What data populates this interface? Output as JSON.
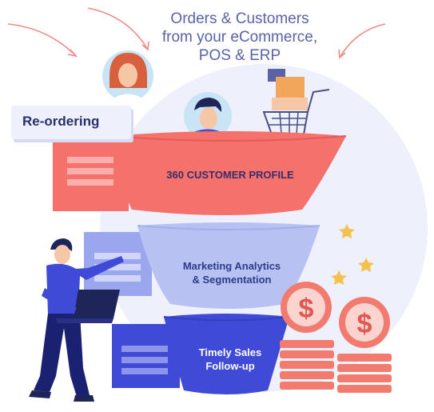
{
  "header": {
    "line1": "Orders & Customers",
    "line2": "from your eCommerce,",
    "line3": "POS & ERP"
  },
  "tag": {
    "label": "Re-ordering"
  },
  "funnel": {
    "stage1": "360 CUSTOMER PROFILE",
    "stage2_line1": "Marketing Analytics",
    "stage2_line2": "& Segmentation",
    "stage3_line1": "Timely Sales",
    "stage3_line2": "Follow-up"
  },
  "colors": {
    "stage1": "#f4716c",
    "stage2": "#b7c2f3",
    "stage3": "#3f4bd6",
    "background_circle": "#eef0fb",
    "headline": "#5a63a8",
    "coin": "#f27b70"
  },
  "icons": [
    "woman-avatar-icon",
    "man-avatar-icon",
    "shopping-cart-icon",
    "coin-dollar-icon",
    "star-icon",
    "laptop-icon",
    "arrow-icon"
  ]
}
